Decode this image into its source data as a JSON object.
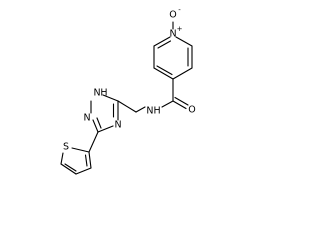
{
  "diagram": {
    "type": "chemical-structure",
    "atom_labels": {
      "n_oxide_n": "N",
      "n_oxide_plus": "+",
      "n_oxide_o": "O",
      "n_oxide_minus": "-",
      "amide_o": "O",
      "amide_nh": "NH",
      "triazole_n1": "N",
      "triazole_h": "H",
      "triazole_n2": "N",
      "triazole_n4": "N",
      "thiophene_s": "S"
    }
  }
}
